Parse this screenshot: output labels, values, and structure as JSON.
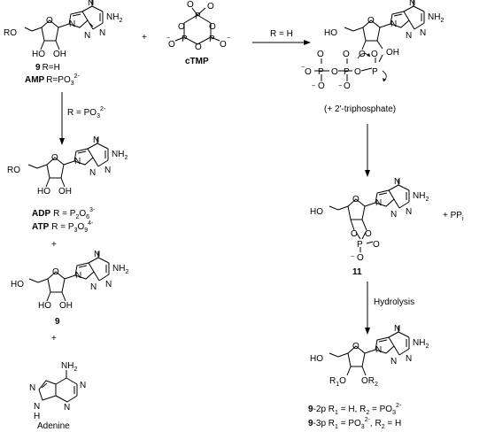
{
  "compounds": {
    "c9_label": "9",
    "c9_r": "R=H",
    "amp_name": "AMP",
    "amp_r": "R=PO",
    "amp_r_sub": "3",
    "amp_r_sup": "2-",
    "ctmp_name": "cTMP",
    "adp_name": "ADP",
    "adp_r": "R = P",
    "adp_r_sub1": "2",
    "adp_r_mid": "O",
    "adp_r_sub2": "6",
    "adp_r_sup": "3-",
    "atp_name": "ATP",
    "atp_r": "R = P",
    "atp_r_sub1": "3",
    "atp_r_mid": "O",
    "atp_r_sub2": "9",
    "atp_r_sup": "4-",
    "c9b_label": "9",
    "adenine_name": "Adenine",
    "c11_label": "11",
    "ppi": "+ PP",
    "ppi_sub": "i",
    "triphosphate_note": "(+ 2'-triphosphate)",
    "p2_prefix": "9",
    "p2_text": "-2p R",
    "p2_r1sub": "1",
    "p2_mid": " = H, R",
    "p2_r2sub": "2",
    "p2_eq": " = PO",
    "p2_sub3": "3",
    "p2_sup": "2-",
    "p3_prefix": "9",
    "p3_text": "-3p R",
    "p3_r1sub": "1",
    "p3_eq1": " = PO",
    "p3_sub3": "3",
    "p3_sup": "2-",
    "p3_mid": ", R",
    "p3_r2sub": "2",
    "p3_end": " = H"
  },
  "conditions": {
    "plus1": "+",
    "r_eq_h": "R = H",
    "r_eq_po3": "R = PO",
    "r_eq_po3_sub": "3",
    "r_eq_po3_sup": "2-",
    "hydrolysis": "Hydrolysis",
    "plus_a": "+",
    "plus_b": "+"
  },
  "atoms": {
    "ro": "RO",
    "ho": "HO",
    "oh": "OH",
    "o": "O",
    "n": "N",
    "nh2": "NH",
    "nh2_sub": "2",
    "p": "P",
    "minus": "−",
    "h": "H",
    "r1": "R",
    "r1_sub": "1",
    "r2": "R",
    "r2_sub": "2"
  }
}
